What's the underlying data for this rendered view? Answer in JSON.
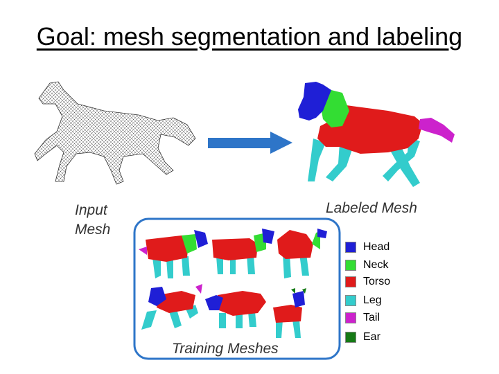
{
  "title": "Goal: mesh segmentation and labeling",
  "input_label_line1": "Input",
  "input_label_line2": "Mesh",
  "output_label": "Labeled Mesh",
  "training_label": "Training  Meshes",
  "legend": [
    {
      "name": "Head",
      "color": "#1f1fd6"
    },
    {
      "name": "Neck",
      "color": "#33dd33"
    },
    {
      "name": "Torso",
      "color": "#e01b1b"
    },
    {
      "name": "Leg",
      "color": "#33cccc"
    },
    {
      "name": "Tail",
      "color": "#cc22cc"
    },
    {
      "name": "Ear",
      "color": "#157a15"
    }
  ],
  "arrow_color": "#2e75c8",
  "training_box_color": "#2e75c8"
}
